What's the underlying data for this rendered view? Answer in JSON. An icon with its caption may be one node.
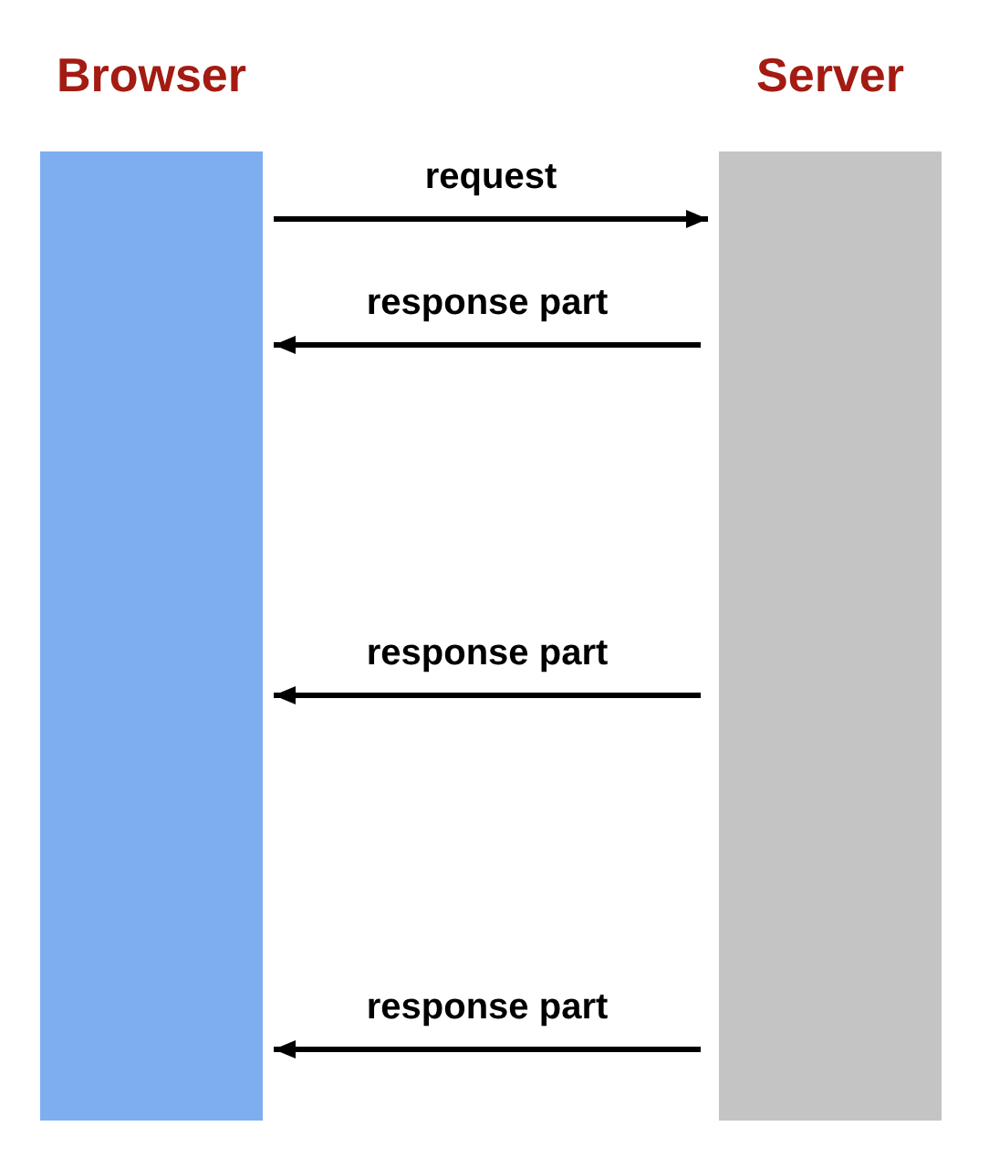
{
  "diagram": {
    "nodes": [
      {
        "text": [
          "Browser"
        ]
      },
      {
        "text": [
          "Server"
        ]
      }
    ],
    "edges": [
      {
        "from": 0,
        "to": 1,
        "arrow": "to",
        "label": "request"
      },
      {
        "from": 1,
        "to": 0,
        "arrow": "to",
        "label": "response part"
      },
      {
        "from": 1,
        "to": 0,
        "arrow": "to",
        "label": "response part"
      },
      {
        "from": 1,
        "to": 0,
        "arrow": "to",
        "label": "response part"
      }
    ]
  }
}
